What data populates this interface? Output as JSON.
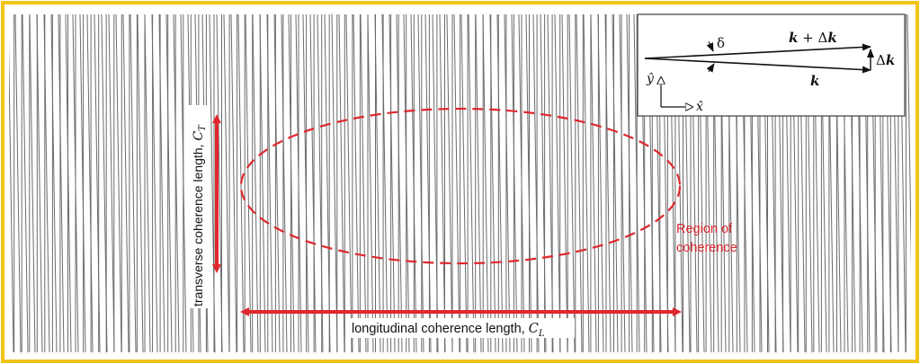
{
  "colors": {
    "frame": "#f0c419",
    "waves": "#6b6b6b",
    "accent": "#e0282e",
    "inset_border": "#4a4a4a",
    "text": "#111111"
  },
  "figure": {
    "region_label_line1": "Region of",
    "region_label_line2": "coherence",
    "transverse_label": "transverse coherence length, ",
    "transverse_symbol": "C",
    "transverse_subscript": "T",
    "longitudinal_label": "longitudinal coherence length, ",
    "longitudinal_symbol": "C",
    "longitudinal_subscript": "L"
  },
  "inset": {
    "vector_sum_k": "k",
    "vector_sum_plus": " + Δ",
    "vector_sum_k2": "k",
    "vector_k": "k",
    "delta_k_prefix": "Δ",
    "delta_k_symbol": "k",
    "angle_symbol": "δ",
    "y_axis": "ŷ",
    "x_axis": "x̂"
  }
}
